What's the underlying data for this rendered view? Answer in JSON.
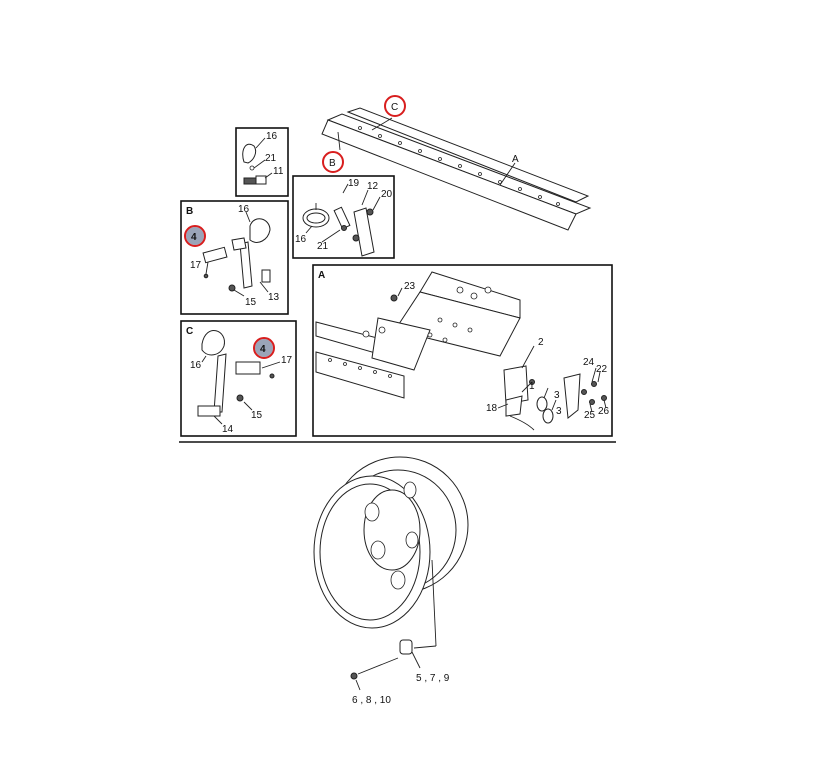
{
  "callouts": {
    "c_top": "C",
    "b_top": "B",
    "a_top": "A",
    "frame_b": "B",
    "frame_c": "C",
    "frame_a": "A",
    "mark_b_4": "4",
    "mark_c_4": "4"
  },
  "parts_small_box": [
    "16",
    "21",
    "11"
  ],
  "parts_box_mid": [
    "19",
    "12",
    "20",
    "16",
    "21"
  ],
  "parts_box_b": [
    "16",
    "17",
    "15",
    "13"
  ],
  "parts_box_c": [
    "16",
    "17",
    "15",
    "14"
  ],
  "parts_box_a": [
    "23",
    "2",
    "24",
    "22",
    "1",
    "3",
    "3",
    "18",
    "25",
    "26"
  ],
  "wheel_labels": {
    "nut": "5 , 7 , 9",
    "stud": "6 , 8 , 10"
  },
  "colors": {
    "highlight_ring": "#d81e1e",
    "marker_fill": "#9aa4b8",
    "line": "#222222"
  }
}
